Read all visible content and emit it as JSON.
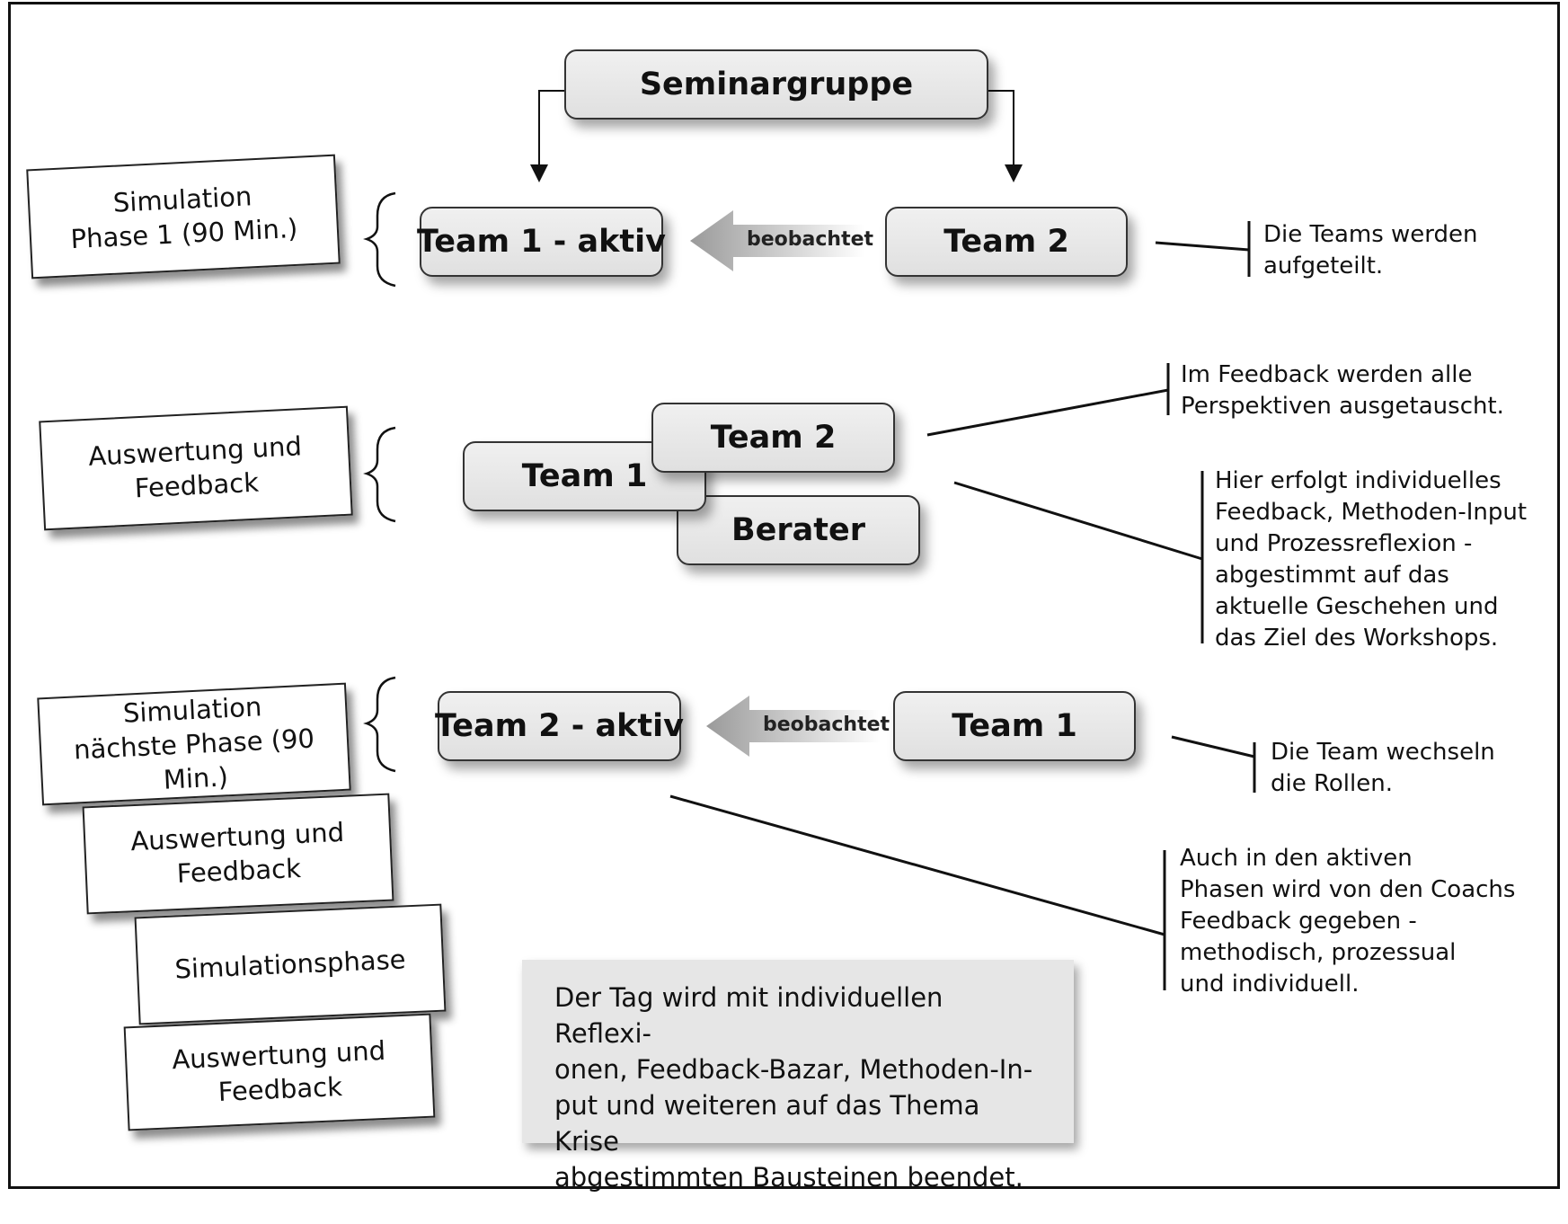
{
  "top_box": "Seminargruppe",
  "phase1": {
    "card": "Simulation\nPhase 1 (90 Min.)",
    "left_team": "Team 1 - aktiv",
    "arrow_label": "beobachtet",
    "right_team": "Team 2",
    "note": "Die Teams werden\naufgeteilt."
  },
  "feedback": {
    "card": "Auswertung und\nFeedback",
    "team2": "Team 2",
    "team1": "Team 1",
    "berater": "Berater",
    "note1": "Im Feedback werden alle\nPerspektiven ausgetauscht.",
    "note2": "Hier erfolgt individuelles\nFeedback, Methoden-Input\nund Prozessreflexion -\nabgestimmt auf das\naktuelle Geschehen und\ndas Ziel des Workshops."
  },
  "phase2": {
    "card": "Simulation\nnächste Phase (90 Min.)",
    "left_team": "Team 2 - aktiv",
    "arrow_label": "beobachtet",
    "right_team": "Team 1",
    "note1": "Die Team wechseln\ndie Rollen.",
    "note2": "Auch in den aktiven\nPhasen wird von den Coachs\nFeedback gegeben -\nmethodisch, prozessual\nund individuell."
  },
  "stack_cards": [
    "Auswertung und\nFeedback",
    "Simulationsphase",
    "Auswertung und\nFeedback"
  ],
  "summary": "Der Tag wird mit individuellen Reflexi-\nonen, Feedback-Bazar, Methoden-In-\nput und weiteren auf das Thema Krise\nabgestimmten Bausteinen beendet."
}
